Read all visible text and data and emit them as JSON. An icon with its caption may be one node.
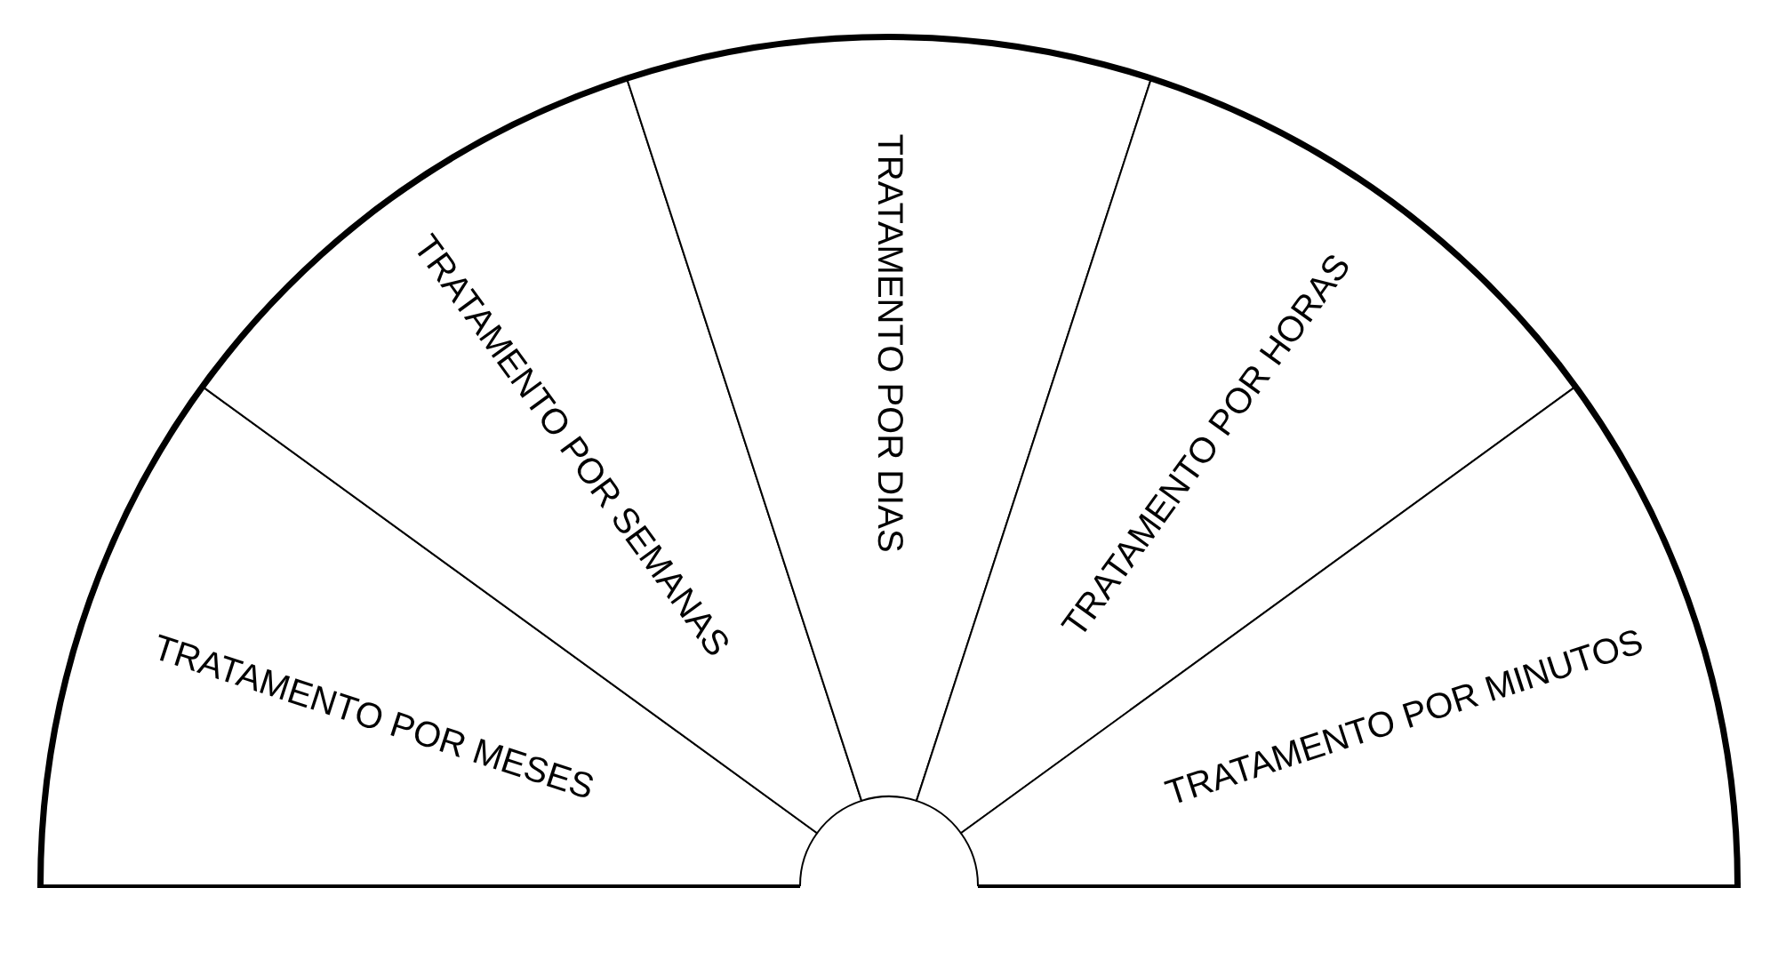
{
  "diagram": {
    "nodes": [
      {
        "text": [
          "TRATAMENTO POR MESES"
        ]
      },
      {
        "text": [
          "TRATAMENTO POR SEMANAS"
        ]
      },
      {
        "text": [
          "TRATAMENTO POR DIAS"
        ]
      },
      {
        "text": [
          "TRATAMENTO POR HORAS"
        ]
      },
      {
        "text": [
          "TRATAMENTO POR MINUTOS"
        ]
      }
    ]
  }
}
